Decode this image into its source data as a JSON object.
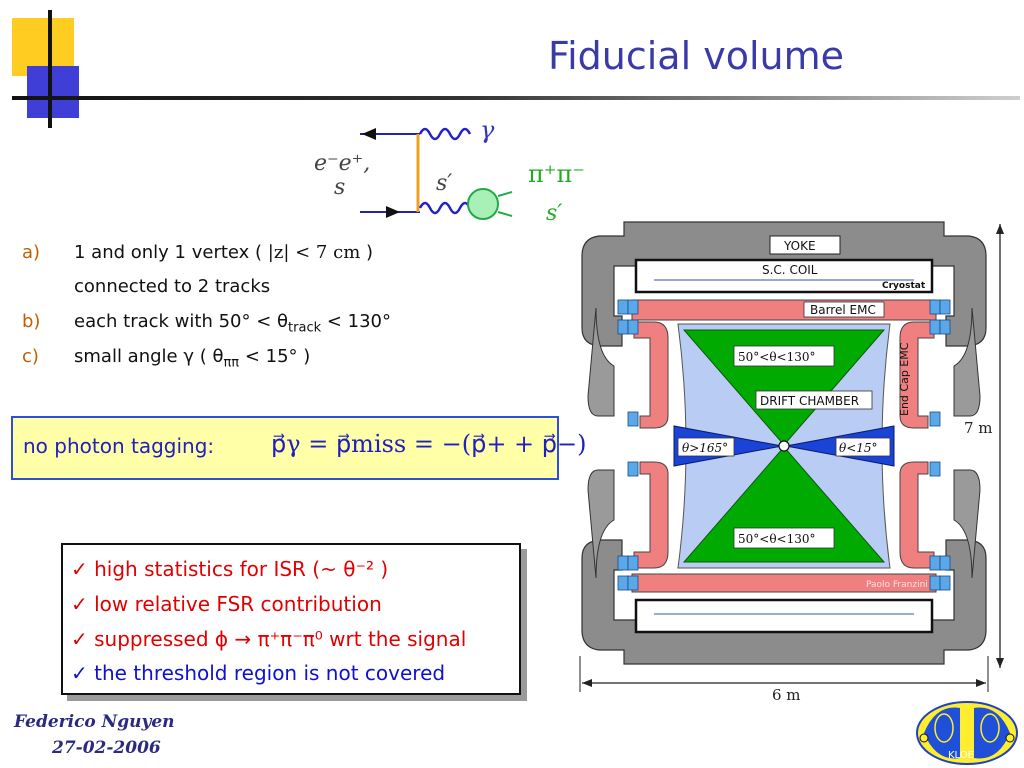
{
  "title": "Fiducial volume",
  "feynman": {
    "label_initial": "e⁻e⁺,",
    "label_s": "s",
    "label_sprime": "s′",
    "label_gamma": "γ",
    "label_pipi": "π⁺π⁻",
    "label_sprime_green": "s′"
  },
  "criteria": [
    {
      "marker": "a)",
      "text_pre": "1 and only 1 vertex ( ",
      "text_math": "|z| < 7 cm",
      "text_post": " )"
    },
    {
      "marker": "",
      "text_pre": "connected to 2 tracks"
    },
    {
      "marker": "b)",
      "text_pre": "each track with 50°",
      "text_math": " < θ",
      "text_sub": "track",
      "text_post": " < 130°"
    },
    {
      "marker": "c)",
      "text_pre": "small angle γ ( θ",
      "text_sub": "ππ",
      "text_post": " < 15° )"
    }
  ],
  "photon_box": {
    "label": "no photon tagging:",
    "equation": "p⃗γ = p⃗miss = −(p⃗+ + p⃗−)"
  },
  "benefits": [
    {
      "check": "✓",
      "text": "high statistics for ISR (~ θ⁻² )"
    },
    {
      "check": "✓",
      "text": "low relative FSR contribution"
    },
    {
      "check": "✓",
      "text": "suppressed ϕ → π⁺π⁻π⁰  wrt the signal"
    },
    {
      "check": "✓",
      "text": "the threshold region is not covered"
    }
  ],
  "detector": {
    "yoke": "YOKE",
    "coil": "S.C.  COIL",
    "cryostat": "Cryostat",
    "barrel": "Barrel EMC",
    "endcap": "End Cap EMC",
    "drift": "DRIFT CHAMBER",
    "angle_top": "50°<θ<130°",
    "angle_bottom": "50°<θ<130°",
    "angle_left": "θ>165°",
    "angle_right": "θ<15°",
    "height": "7 m",
    "width": "6 m",
    "credit": "Paolo Franzini"
  },
  "footer": {
    "author": "Federico Nguyen",
    "date": "27-02-2006",
    "logo_text": "KLOE"
  },
  "colors": {
    "title": "#3a3aa8",
    "marker": "#c06000",
    "red_text": "#e00000",
    "blue_text": "#1010d0",
    "yellow_box": "#ffffa8",
    "green_cone": "#00aa00",
    "blue_cone": "#1a44d8"
  }
}
